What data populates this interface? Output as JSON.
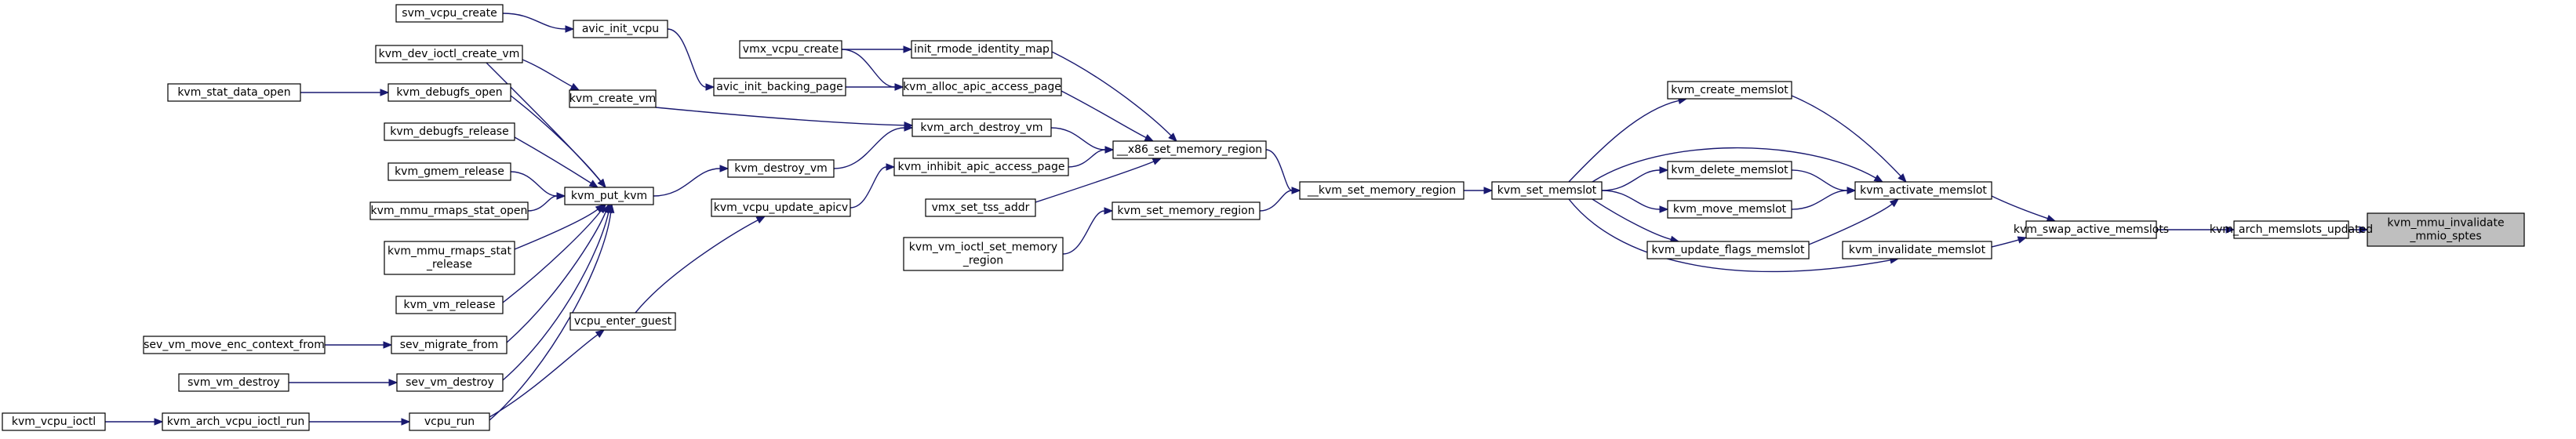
{
  "graph": {
    "nodes": [
      {
        "id": "kvm_mmu_invalidate_mmio_sptes",
        "lines": [
          "kvm_mmu_invalidate",
          "_mmio_sptes"
        ],
        "highlight": true
      },
      {
        "id": "kvm_arch_memslots_updated",
        "lines": [
          "kvm_arch_memslots_updated"
        ]
      },
      {
        "id": "kvm_swap_active_memslots",
        "lines": [
          "kvm_swap_active_memslots"
        ]
      },
      {
        "id": "kvm_activate_memslot",
        "lines": [
          "kvm_activate_memslot"
        ]
      },
      {
        "id": "kvm_invalidate_memslot",
        "lines": [
          "kvm_invalidate_memslot"
        ]
      },
      {
        "id": "kvm_create_memslot",
        "lines": [
          "kvm_create_memslot"
        ]
      },
      {
        "id": "kvm_delete_memslot",
        "lines": [
          "kvm_delete_memslot"
        ]
      },
      {
        "id": "kvm_move_memslot",
        "lines": [
          "kvm_move_memslot"
        ]
      },
      {
        "id": "kvm_update_flags_memslot",
        "lines": [
          "kvm_update_flags_memslot"
        ]
      },
      {
        "id": "kvm_set_memslot",
        "lines": [
          "kvm_set_memslot"
        ]
      },
      {
        "id": "__kvm_set_memory_region",
        "lines": [
          "__kvm_set_memory_region"
        ]
      },
      {
        "id": "__x86_set_memory_region",
        "lines": [
          "__x86_set_memory_region"
        ]
      },
      {
        "id": "kvm_set_memory_region",
        "lines": [
          "kvm_set_memory_region"
        ]
      },
      {
        "id": "kvm_vm_ioctl_set_memory_region",
        "lines": [
          "kvm_vm_ioctl_set_memory",
          "_region"
        ]
      },
      {
        "id": "init_rmode_identity_map",
        "lines": [
          "init_rmode_identity_map"
        ]
      },
      {
        "id": "kvm_alloc_apic_access_page",
        "lines": [
          "kvm_alloc_apic_access_page"
        ]
      },
      {
        "id": "kvm_arch_destroy_vm",
        "lines": [
          "kvm_arch_destroy_vm"
        ]
      },
      {
        "id": "kvm_inhibit_apic_access_page",
        "lines": [
          "kvm_inhibit_apic_access_page"
        ]
      },
      {
        "id": "vmx_set_tss_addr",
        "lines": [
          "vmx_set_tss_addr"
        ]
      },
      {
        "id": "vmx_vcpu_create",
        "lines": [
          "vmx_vcpu_create"
        ]
      },
      {
        "id": "avic_init_backing_page",
        "lines": [
          "avic_init_backing_page"
        ]
      },
      {
        "id": "avic_init_vcpu",
        "lines": [
          "avic_init_vcpu"
        ]
      },
      {
        "id": "svm_vcpu_create",
        "lines": [
          "svm_vcpu_create"
        ]
      },
      {
        "id": "kvm_destroy_vm",
        "lines": [
          "kvm_destroy_vm"
        ]
      },
      {
        "id": "kvm_vcpu_update_apicv",
        "lines": [
          "kvm_vcpu_update_apicv"
        ]
      },
      {
        "id": "vcpu_enter_guest",
        "lines": [
          "vcpu_enter_guest"
        ]
      },
      {
        "id": "vcpu_run",
        "lines": [
          "vcpu_run"
        ]
      },
      {
        "id": "kvm_arch_vcpu_ioctl_run",
        "lines": [
          "kvm_arch_vcpu_ioctl_run"
        ]
      },
      {
        "id": "kvm_vcpu_ioctl",
        "lines": [
          "kvm_vcpu_ioctl"
        ]
      },
      {
        "id": "kvm_put_kvm",
        "lines": [
          "kvm_put_kvm"
        ]
      },
      {
        "id": "kvm_create_vm",
        "lines": [
          "kvm_create_vm"
        ]
      },
      {
        "id": "kvm_dev_ioctl_create_vm",
        "lines": [
          "kvm_dev_ioctl_create_vm"
        ]
      },
      {
        "id": "kvm_debugfs_open",
        "lines": [
          "kvm_debugfs_open"
        ]
      },
      {
        "id": "kvm_stat_data_open",
        "lines": [
          "kvm_stat_data_open"
        ]
      },
      {
        "id": "kvm_debugfs_release",
        "lines": [
          "kvm_debugfs_release"
        ]
      },
      {
        "id": "kvm_gmem_release",
        "lines": [
          "kvm_gmem_release"
        ]
      },
      {
        "id": "kvm_mmu_rmaps_stat_open",
        "lines": [
          "kvm_mmu_rmaps_stat_open"
        ]
      },
      {
        "id": "kvm_mmu_rmaps_stat_release",
        "lines": [
          "kvm_mmu_rmaps_stat",
          "_release"
        ]
      },
      {
        "id": "kvm_vm_release",
        "lines": [
          "kvm_vm_release"
        ]
      },
      {
        "id": "sev_migrate_from",
        "lines": [
          "sev_migrate_from"
        ]
      },
      {
        "id": "sev_vm_move_enc_context_from",
        "lines": [
          "sev_vm_move_enc_context_from"
        ]
      },
      {
        "id": "sev_vm_destroy",
        "lines": [
          "sev_vm_destroy"
        ]
      },
      {
        "id": "svm_vm_destroy",
        "lines": [
          "svm_vm_destroy"
        ]
      }
    ],
    "edges": [
      {
        "from": "kvm_arch_memslots_updated",
        "to": "kvm_mmu_invalidate_mmio_sptes"
      },
      {
        "from": "kvm_swap_active_memslots",
        "to": "kvm_arch_memslots_updated"
      },
      {
        "from": "kvm_activate_memslot",
        "to": "kvm_swap_active_memslots"
      },
      {
        "from": "kvm_invalidate_memslot",
        "to": "kvm_swap_active_memslots"
      },
      {
        "from": "kvm_create_memslot",
        "to": "kvm_activate_memslot"
      },
      {
        "from": "kvm_set_memslot",
        "to": "kvm_activate_memslot"
      },
      {
        "from": "kvm_delete_memslot",
        "to": "kvm_activate_memslot"
      },
      {
        "from": "kvm_move_memslot",
        "to": "kvm_activate_memslot"
      },
      {
        "from": "kvm_update_flags_memslot",
        "to": "kvm_activate_memslot"
      },
      {
        "from": "kvm_set_memslot",
        "to": "kvm_invalidate_memslot"
      },
      {
        "from": "kvm_set_memslot",
        "to": "kvm_create_memslot"
      },
      {
        "from": "kvm_set_memslot",
        "to": "kvm_delete_memslot"
      },
      {
        "from": "kvm_set_memslot",
        "to": "kvm_move_memslot"
      },
      {
        "from": "kvm_set_memslot",
        "to": "kvm_update_flags_memslot"
      },
      {
        "from": "__kvm_set_memory_region",
        "to": "kvm_set_memslot"
      },
      {
        "from": "__x86_set_memory_region",
        "to": "__kvm_set_memory_region"
      },
      {
        "from": "kvm_set_memory_region",
        "to": "__kvm_set_memory_region"
      },
      {
        "from": "kvm_vm_ioctl_set_memory_region",
        "to": "kvm_set_memory_region"
      },
      {
        "from": "init_rmode_identity_map",
        "to": "__x86_set_memory_region"
      },
      {
        "from": "kvm_alloc_apic_access_page",
        "to": "__x86_set_memory_region"
      },
      {
        "from": "kvm_arch_destroy_vm",
        "to": "__x86_set_memory_region"
      },
      {
        "from": "kvm_inhibit_apic_access_page",
        "to": "__x86_set_memory_region"
      },
      {
        "from": "vmx_set_tss_addr",
        "to": "__x86_set_memory_region"
      },
      {
        "from": "vmx_vcpu_create",
        "to": "init_rmode_identity_map"
      },
      {
        "from": "vmx_vcpu_create",
        "to": "kvm_alloc_apic_access_page"
      },
      {
        "from": "avic_init_backing_page",
        "to": "kvm_alloc_apic_access_page"
      },
      {
        "from": "avic_init_vcpu",
        "to": "avic_init_backing_page"
      },
      {
        "from": "svm_vcpu_create",
        "to": "avic_init_vcpu"
      },
      {
        "from": "kvm_create_vm",
        "to": "kvm_arch_destroy_vm"
      },
      {
        "from": "kvm_destroy_vm",
        "to": "kvm_arch_destroy_vm"
      },
      {
        "from": "kvm_vcpu_update_apicv",
        "to": "kvm_inhibit_apic_access_page"
      },
      {
        "from": "vcpu_enter_guest",
        "to": "kvm_vcpu_update_apicv"
      },
      {
        "from": "vcpu_run",
        "to": "vcpu_enter_guest"
      },
      {
        "from": "kvm_arch_vcpu_ioctl_run",
        "to": "vcpu_run"
      },
      {
        "from": "kvm_vcpu_ioctl",
        "to": "kvm_arch_vcpu_ioctl_run"
      },
      {
        "from": "kvm_put_kvm",
        "to": "kvm_destroy_vm"
      },
      {
        "from": "kvm_dev_ioctl_create_vm",
        "to": "kvm_create_vm"
      },
      {
        "from": "kvm_debugfs_open",
        "to": "kvm_put_kvm"
      },
      {
        "from": "kvm_dev_ioctl_create_vm",
        "to": "kvm_put_kvm"
      },
      {
        "from": "kvm_debugfs_release",
        "to": "kvm_put_kvm"
      },
      {
        "from": "kvm_gmem_release",
        "to": "kvm_put_kvm"
      },
      {
        "from": "kvm_mmu_rmaps_stat_open",
        "to": "kvm_put_kvm"
      },
      {
        "from": "kvm_mmu_rmaps_stat_release",
        "to": "kvm_put_kvm"
      },
      {
        "from": "kvm_vm_release",
        "to": "kvm_put_kvm"
      },
      {
        "from": "sev_migrate_from",
        "to": "kvm_put_kvm"
      },
      {
        "from": "sev_vm_destroy",
        "to": "kvm_put_kvm"
      },
      {
        "from": "vcpu_run",
        "to": "kvm_put_kvm"
      },
      {
        "from": "kvm_stat_data_open",
        "to": "kvm_debugfs_open"
      },
      {
        "from": "sev_vm_move_enc_context_from",
        "to": "sev_migrate_from"
      },
      {
        "from": "svm_vm_destroy",
        "to": "sev_vm_destroy"
      }
    ]
  }
}
